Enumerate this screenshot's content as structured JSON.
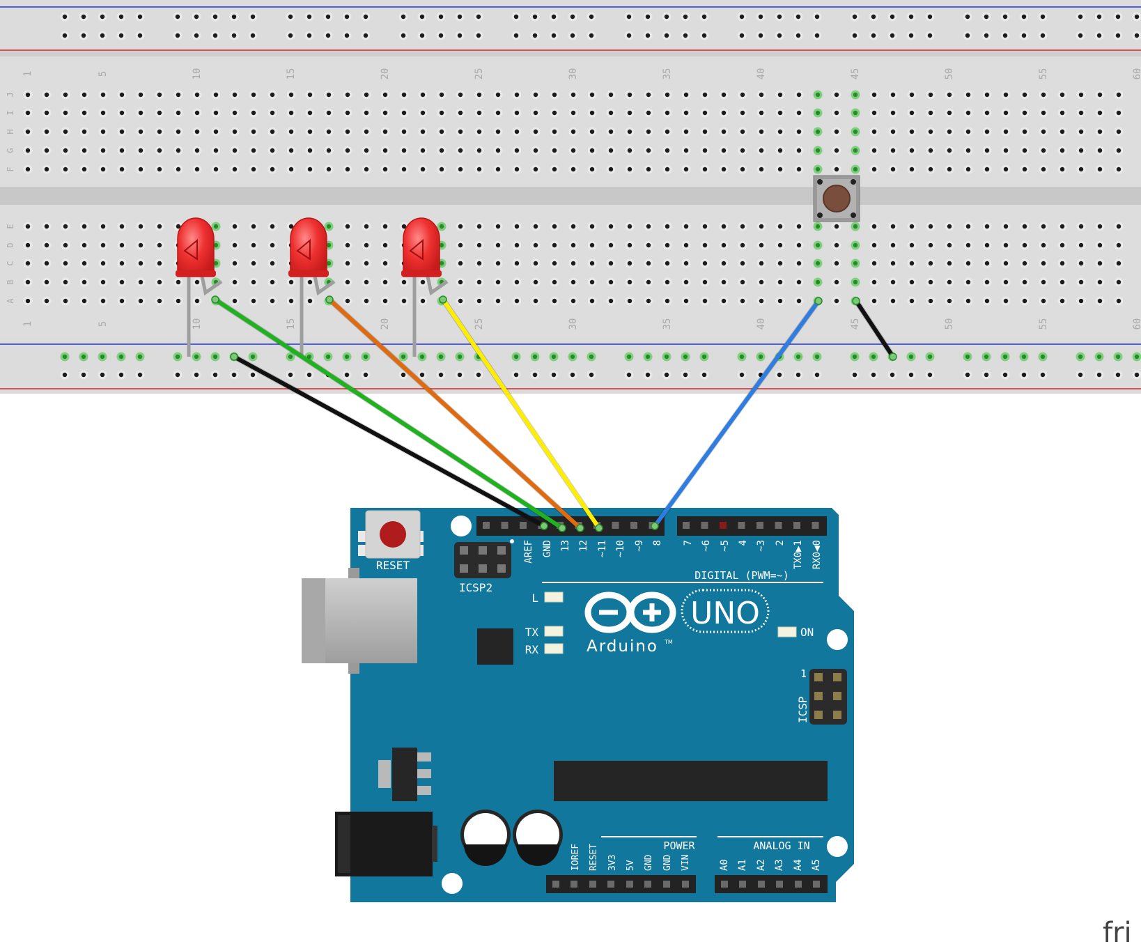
{
  "breadboard": {
    "column_labels": [
      "1",
      "5",
      "10",
      "15",
      "20",
      "25",
      "30",
      "35",
      "40",
      "45",
      "50",
      "55",
      "60"
    ],
    "row_labels_top": [
      "J",
      "I",
      "H",
      "G",
      "F"
    ],
    "row_labels_bottom": [
      "E",
      "D",
      "C",
      "B",
      "A"
    ]
  },
  "components": {
    "leds": [
      {
        "color": "#e8232a",
        "column": 10
      },
      {
        "color": "#e8232a",
        "column": 16
      },
      {
        "color": "#e8232a",
        "column": 22
      }
    ],
    "pushbutton": {
      "columns": [
        43,
        45
      ]
    }
  },
  "wires": [
    {
      "color": "#111111",
      "from": "GND rail",
      "to": "GND"
    },
    {
      "color": "#1fb11f",
      "from": "LED 1",
      "to": "13"
    },
    {
      "color": "#e06a10",
      "from": "LED 2",
      "to": "12"
    },
    {
      "color": "#ffee00",
      "from": "LED 3",
      "to": "~11"
    },
    {
      "color": "#2f7de0",
      "from": "Button",
      "to": "8"
    },
    {
      "color": "#111111",
      "from": "Button",
      "to": "GND rail"
    }
  ],
  "arduino": {
    "board_color": "#12779c",
    "reset_label": "RESET",
    "icsp2_label": "ICSP2",
    "icsp_label": "ICSP",
    "icsp_pin1": "1",
    "digital_label": "DIGITAL (PWM=~)",
    "digital_pins": [
      "AREF",
      "GND",
      "13",
      "12",
      "~11",
      "~10",
      "~9",
      "8",
      "7",
      "~6",
      "~5",
      "4",
      "~3",
      "2",
      "TX0▶1",
      "RX0◀0"
    ],
    "led_labels": {
      "l": "L",
      "tx": "TX",
      "rx": "RX",
      "on": "ON"
    },
    "logo_text": "Arduino",
    "logo_tm": "TM",
    "model": "UNO",
    "power_label": "POWER",
    "analog_label": "ANALOG IN",
    "power_pins": [
      "IOREF",
      "RESET",
      "3V3",
      "5V",
      "GND",
      "GND",
      "VIN"
    ],
    "analog_pins": [
      "A0",
      "A1",
      "A2",
      "A3",
      "A4",
      "A5"
    ]
  },
  "watermark": "fri"
}
